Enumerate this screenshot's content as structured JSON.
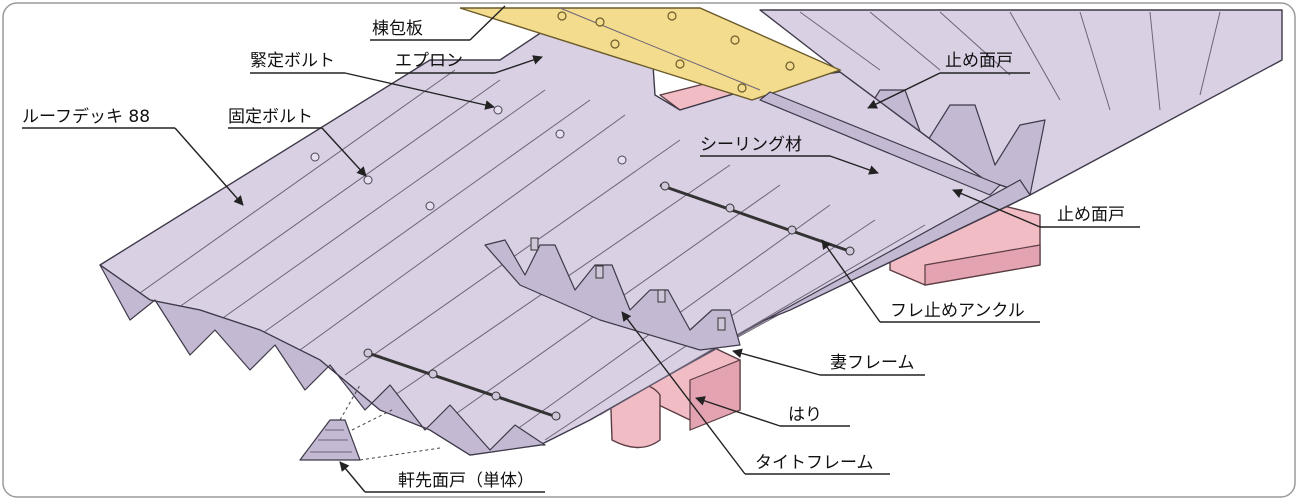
{
  "diagram": {
    "labels": {
      "ridge_cover": "棟包板",
      "tightening_bolt": "緊定ボルト",
      "apron": "エプロン",
      "roof_deck": "ルーフデッキ 88",
      "fixing_bolt": "固定ボルト",
      "closure_top": "止め面戸",
      "sealing": "シーリング材",
      "closure_right": "止め面戸",
      "sway_angle": "フレ止めアンクル",
      "gable_frame": "妻フレーム",
      "beam": "はり",
      "tight_frame": "タイトフレーム",
      "eave_closure": "軒先面戸（単体）"
    },
    "colors": {
      "deck": "#d9d0e4",
      "beam": "#f2bcc5",
      "ridge_cover": "#f3dc8d",
      "outline": "#3f3a4a"
    }
  }
}
